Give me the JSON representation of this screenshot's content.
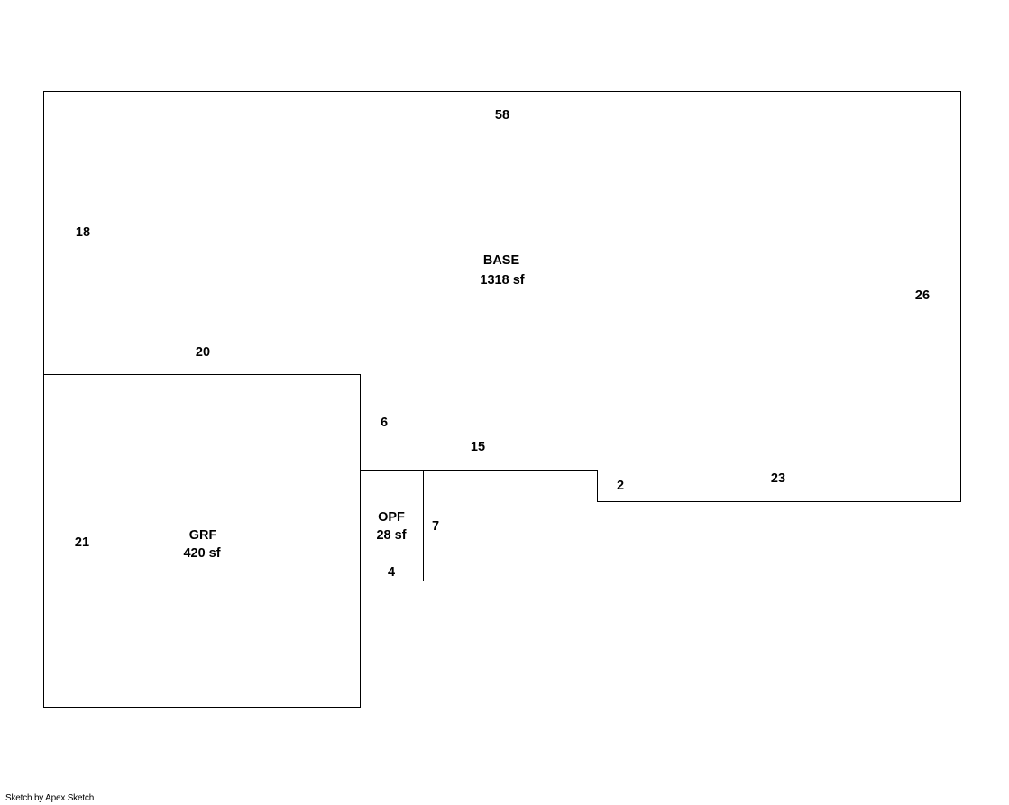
{
  "areas": {
    "base": {
      "name": "BASE",
      "area": "1318 sf"
    },
    "grf": {
      "name": "GRF",
      "area": "420 sf"
    },
    "opf": {
      "name": "OPF",
      "area": "28 sf"
    }
  },
  "dimensions": {
    "base_top": "58",
    "base_left": "18",
    "base_right": "26",
    "base_bottom_left": "20",
    "base_step_vertical": "6",
    "base_step_horizontal": "15",
    "base_notch": "2",
    "base_bottom_right": "23",
    "grf_left": "21",
    "opf_right": "7",
    "opf_bottom": "4"
  },
  "footer": {
    "credit": "Sketch by Apex Sketch"
  }
}
